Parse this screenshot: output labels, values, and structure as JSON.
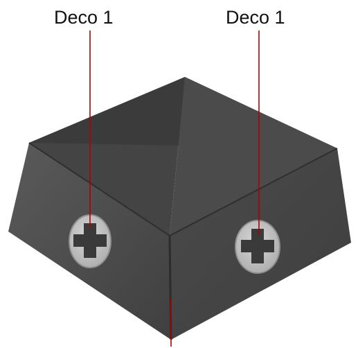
{
  "figure": {
    "callouts": [
      {
        "id": "left",
        "text": "Deco 1"
      },
      {
        "id": "right",
        "text": "Deco 1"
      },
      {
        "id": "bottom",
        "text": ""
      }
    ]
  },
  "colors": {
    "background": "#ffffff",
    "leader_line": "#b00000",
    "cap_dark": "#3b3b3b",
    "cap_mid": "#4a4a4a",
    "cap_light": "#5a5a5a",
    "medallion": "#bdbdbd"
  },
  "icons": [
    "cross-medallion"
  ]
}
